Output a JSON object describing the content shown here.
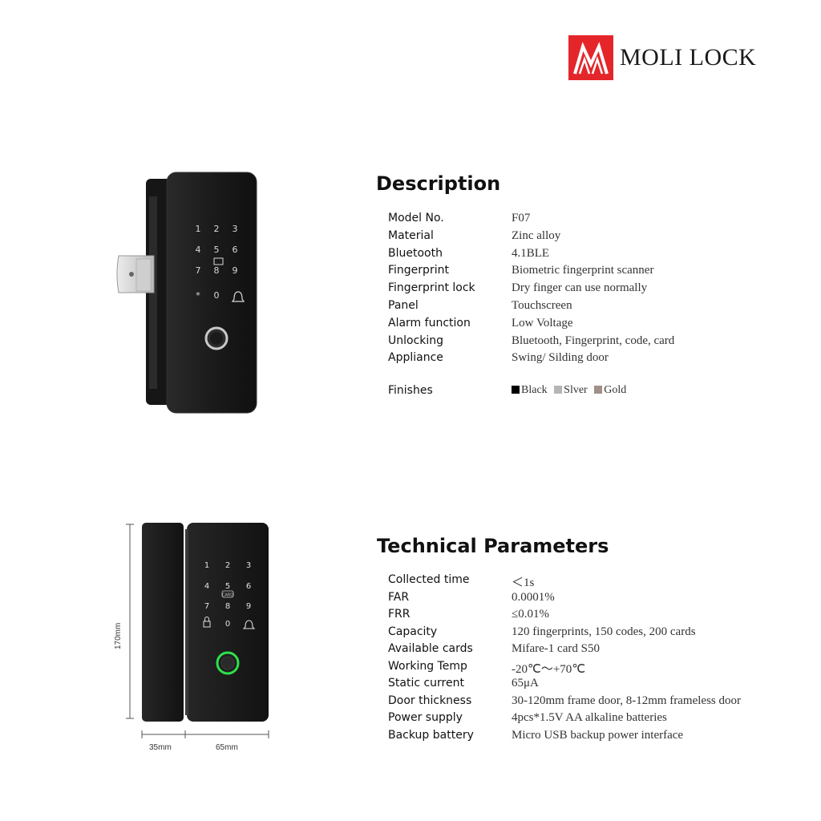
{
  "brand": {
    "name": "MOLI LOCK",
    "accent": "#e4262b"
  },
  "description": {
    "heading": "Description",
    "rows": [
      {
        "label": "Model No.",
        "value": "F07"
      },
      {
        "label": "Material",
        "value": "Zinc alloy"
      },
      {
        "label": "Bluetooth",
        "value": "4.1BLE"
      },
      {
        "label": "Fingerprint",
        "value": "Biometric fingerprint scanner"
      },
      {
        "label": "Fingerprint lock",
        "value": "Dry finger can use normally"
      },
      {
        "label": "Panel",
        "value": "Touchscreen"
      },
      {
        "label": "Alarm function",
        "value": "Low Voltage"
      },
      {
        "label": "Unlocking",
        "value": "Bluetooth, Fingerprint, code, card"
      },
      {
        "label": "Appliance",
        "value": "Swing/ Silding door"
      }
    ],
    "finishes": {
      "label": "Finishes",
      "items": [
        {
          "name": "Black",
          "color": "#000000"
        },
        {
          "name": "Slver",
          "color": "#b5b5b5"
        },
        {
          "name": "Gold",
          "color": "#a09088"
        }
      ]
    }
  },
  "technical": {
    "heading": "Technical Parameters",
    "rows": [
      {
        "label": "Collected time",
        "value": "＜1s"
      },
      {
        "label": "FAR",
        "value": "0.0001%"
      },
      {
        "label": "FRR",
        "value": "≤0.01%"
      },
      {
        "label": "Capacity",
        "value": "120 fingerprints, 150 codes, 200 cards"
      },
      {
        "label": "Available cards",
        "value": "Mifare-1 card S50"
      },
      {
        "label": "Working Temp",
        "value": "-20℃～+70℃"
      },
      {
        "label": "Static current",
        "value": "65μA"
      },
      {
        "label": "Door thickness",
        "value": "30-120mm frame door, 8-12mm frameless door"
      },
      {
        "label": "Power supply",
        "value": "4pcs*1.5V AA alkaline batteries"
      },
      {
        "label": "Backup battery",
        "value": "Micro USB backup power interface"
      }
    ]
  },
  "lock_front": {
    "keypad": [
      "1",
      "2",
      "3",
      "4",
      "5",
      "6",
      "7",
      "8",
      "9",
      "*",
      "0"
    ]
  },
  "lock_dims": {
    "keypad": [
      "1",
      "2",
      "3",
      "4",
      "5",
      "6",
      "7",
      "8",
      "9",
      "0"
    ],
    "card_label": "CARD",
    "height": "170mm",
    "width_left": "35mm",
    "width_right": "65mm"
  }
}
